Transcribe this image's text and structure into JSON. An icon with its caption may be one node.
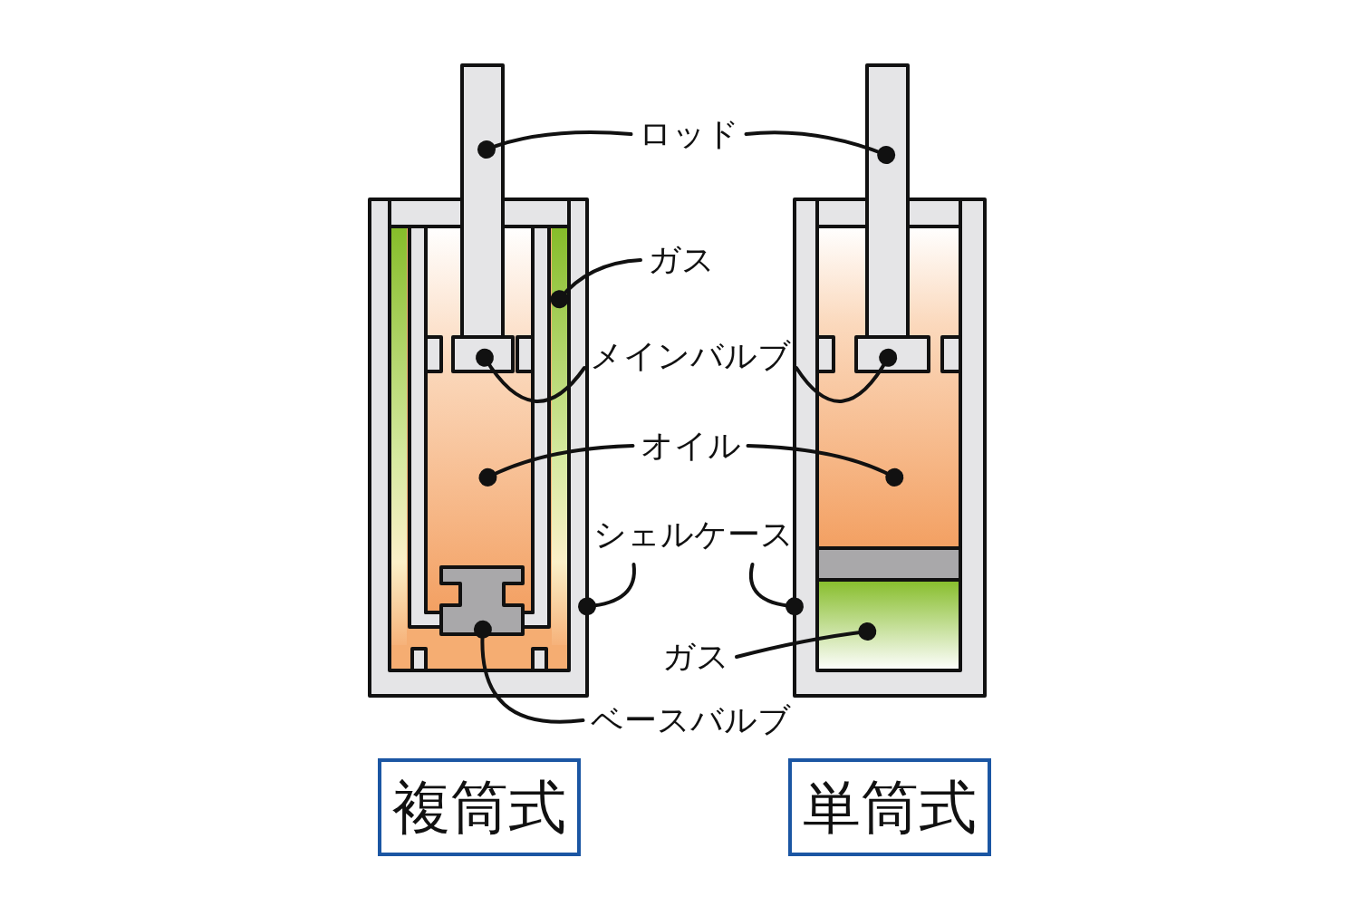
{
  "diagram": {
    "nodes": [
      {
        "text": [
          "ロッド"
        ]
      },
      {
        "text": [
          "ガス"
        ]
      },
      {
        "text": [
          "メインバルブ"
        ]
      },
      {
        "text": [
          "オイル"
        ]
      },
      {
        "text": [
          "シェルケース"
        ]
      },
      {
        "text": [
          "ガス"
        ]
      },
      {
        "text": [
          "ベースバルブ"
        ]
      },
      {
        "text": [
          "複筒式"
        ]
      },
      {
        "text": [
          "単筒式"
        ]
      },
      {
        "text": [],
        "shape": "bar"
      },
      {
        "text": [],
        "shape": "bar"
      },
      {
        "text": [],
        "shape": "bar",
        "in": 16
      },
      {
        "text": [],
        "shape": "box",
        "in": 14
      },
      {
        "text": [],
        "shape": "box",
        "in": 15
      },
      {
        "text": [],
        "shape": "box",
        "in": 16
      },
      {
        "text": [],
        "shape": "box",
        "in": 17
      },
      {
        "text": [],
        "shape": "box"
      },
      {
        "text": [],
        "shape": "box"
      },
      {
        "text": [],
        "shape": "box",
        "in": 16
      },
      {
        "text": [],
        "shape": "box",
        "in": 17
      }
    ],
    "edges": [
      {
        "from": 0,
        "to": 9,
        "arrow": "other"
      },
      {
        "from": 0,
        "to": 10,
        "arrow": "other"
      },
      {
        "from": 1,
        "to": 11,
        "arrow": "other"
      },
      {
        "from": 2,
        "to": 12,
        "arrow": "other"
      },
      {
        "from": 2,
        "to": 13,
        "arrow": "other"
      },
      {
        "from": 3,
        "to": 14,
        "arrow": "other"
      },
      {
        "from": 3,
        "to": 15,
        "arrow": "other"
      },
      {
        "from": 4,
        "to": 16,
        "arrow": "other"
      },
      {
        "from": 4,
        "to": 17,
        "arrow": "other"
      },
      {
        "from": 5,
        "to": 19,
        "arrow": "other"
      },
      {
        "from": 6,
        "to": 18,
        "arrow": "other"
      }
    ]
  }
}
